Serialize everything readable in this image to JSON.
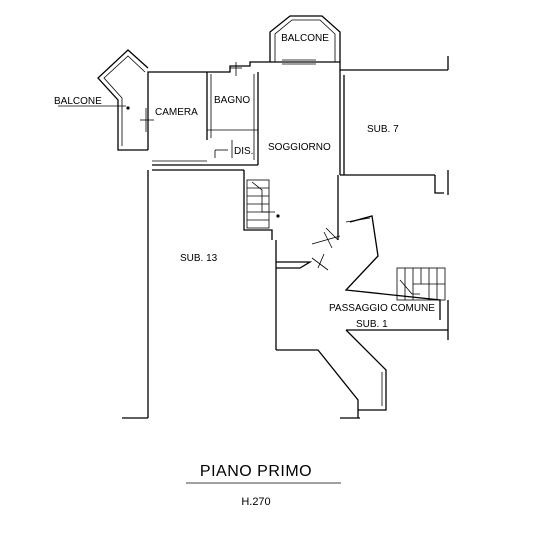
{
  "rooms": {
    "balcone_top": "BALCONE",
    "balcone_left": "BALCONE",
    "camera": "CAMERA",
    "bagno": "BAGNO",
    "dis": "DIS.",
    "soggiorno": "SOGGIORNO",
    "sub7": "SUB. 7",
    "sub13": "SUB. 13",
    "passaggio": "PASSAGGIO COMUNE",
    "sub1": "SUB. 1"
  },
  "title": "PIANO PRIMO",
  "height_label": "H.270"
}
